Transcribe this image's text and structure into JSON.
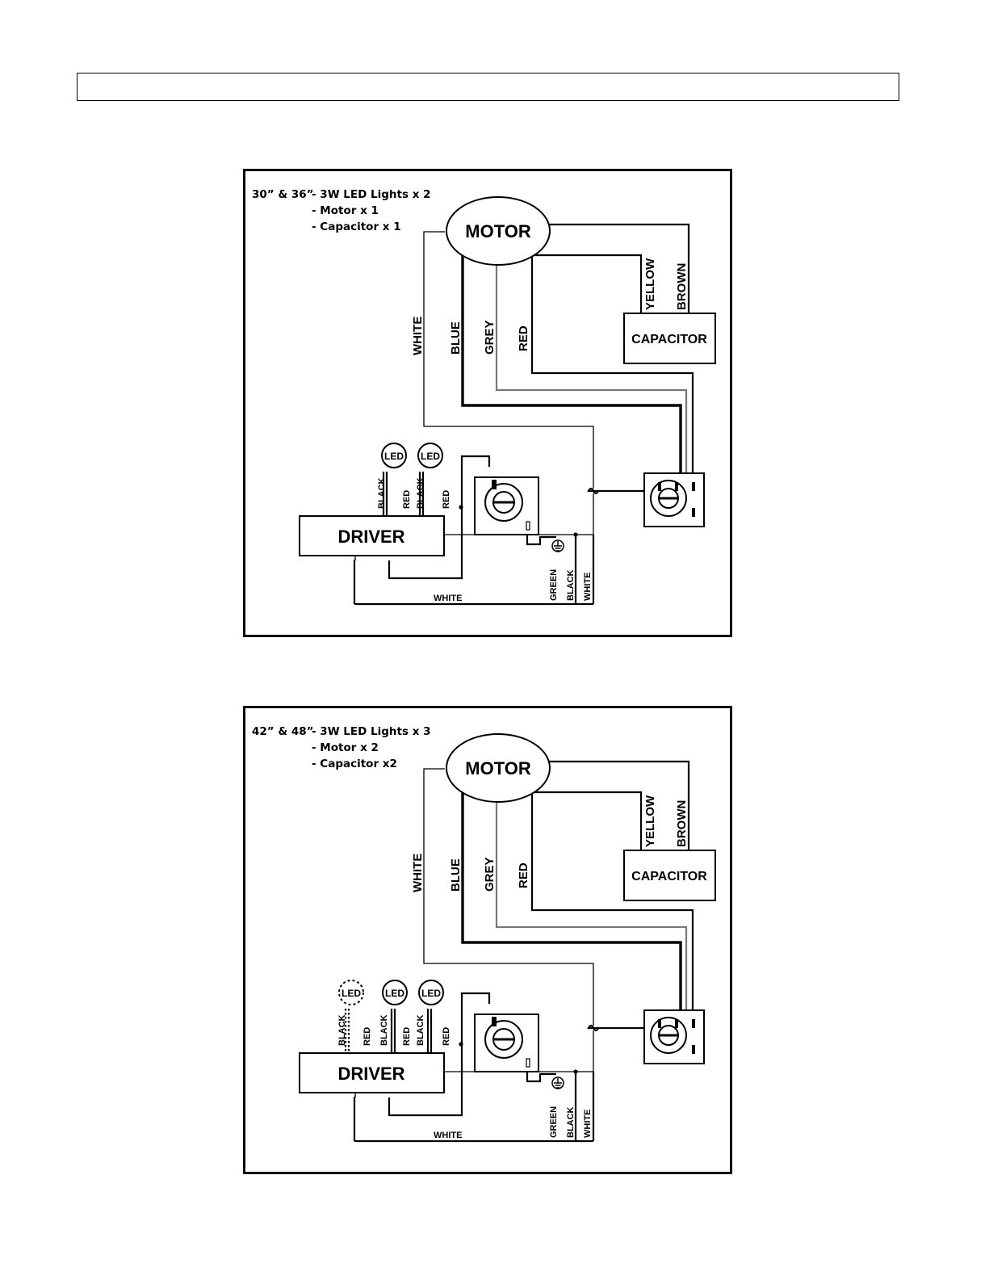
{
  "header": {
    "title": ""
  },
  "diagrams": [
    {
      "spec_size": "30” & 36”",
      "spec_lines": [
        "- 3W LED Lights x 2",
        "- Motor x 1",
        "- Capacitor x 1"
      ],
      "motor": "MOTOR",
      "capacitor": "CAPACITOR",
      "driver": "DRIVER",
      "led": "LED",
      "wires": {
        "white": "WHITE",
        "blue": "BLUE",
        "grey": "GREY",
        "red": "RED",
        "yellow": "YELLOW",
        "brown": "BROWN",
        "black": "BLACK",
        "green": "GREEN"
      }
    },
    {
      "spec_size": "42” & 48”",
      "spec_lines": [
        "- 3W LED Lights x 3",
        "- Motor x 2",
        "- Capacitor x2"
      ],
      "motor": "MOTOR",
      "capacitor": "CAPACITOR",
      "driver": "DRIVER",
      "led": "LED",
      "wires": {
        "white": "WHITE",
        "blue": "BLUE",
        "grey": "GREY",
        "red": "RED",
        "yellow": "YELLOW",
        "brown": "BROWN",
        "black": "BLACK",
        "green": "GREEN"
      }
    }
  ]
}
